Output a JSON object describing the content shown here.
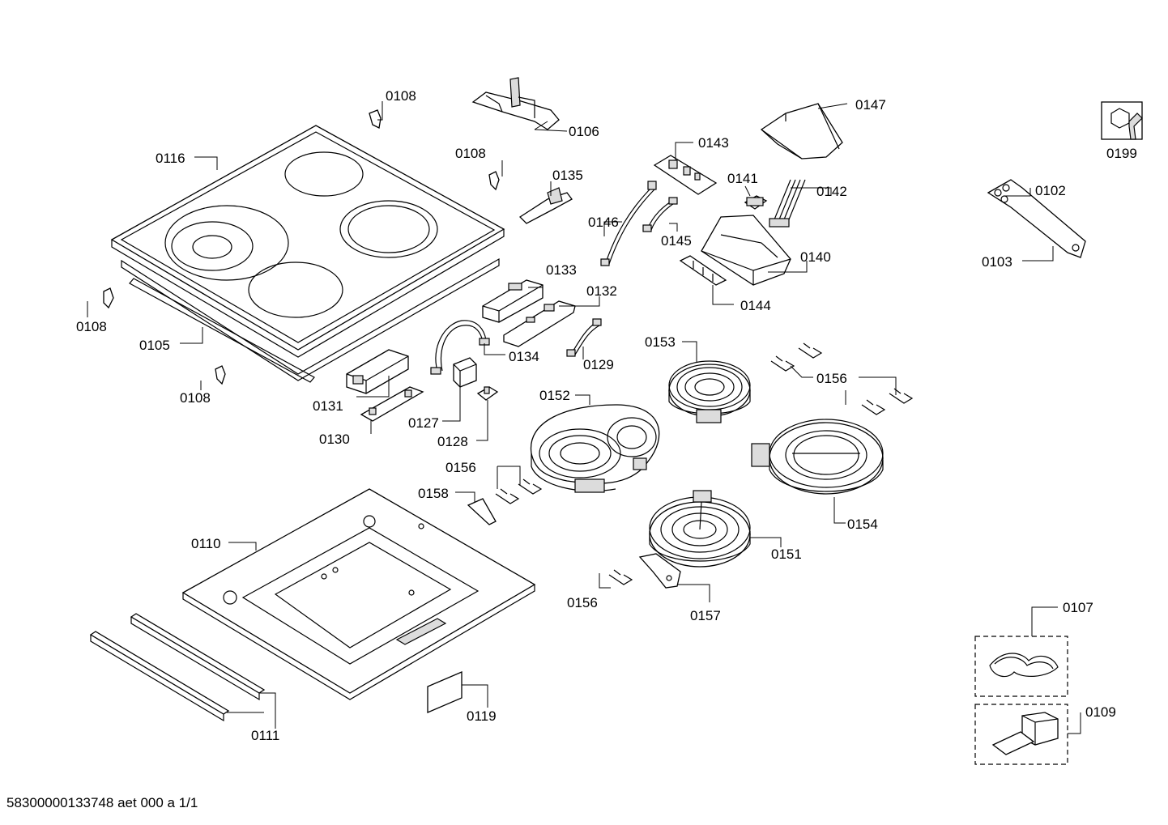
{
  "labels": {
    "p0106": "0106",
    "p0108a": "0108",
    "p0108b": "0108",
    "p0108c": "0108",
    "p0108d": "0108",
    "p0116": "0116",
    "p0105": "0105",
    "p0135": "0135",
    "p0133": "0133",
    "p0132": "0132",
    "p0134": "0134",
    "p0129": "0129",
    "p0131": "0131",
    "p0130": "0130",
    "p0127": "0127",
    "p0128": "0128",
    "p0143": "0143",
    "p0146": "0146",
    "p0145": "0145",
    "p0141": "0141",
    "p0142": "0142",
    "p0147": "0147",
    "p0140": "0140",
    "p0144": "0144",
    "p0153": "0153",
    "p0156a": "0156",
    "p0156b": "0156",
    "p0156c": "0156",
    "p0152": "0152",
    "p0158": "0158",
    "p0154": "0154",
    "p0151": "0151",
    "p0157": "0157",
    "p0110": "0110",
    "p0111": "0111",
    "p0119": "0119",
    "p0199": "0199",
    "p0102": "0102",
    "p0103": "0103",
    "p0107": "0107",
    "p0109": "0109"
  },
  "footer": "58300000133748 aet 000 a 1/1"
}
